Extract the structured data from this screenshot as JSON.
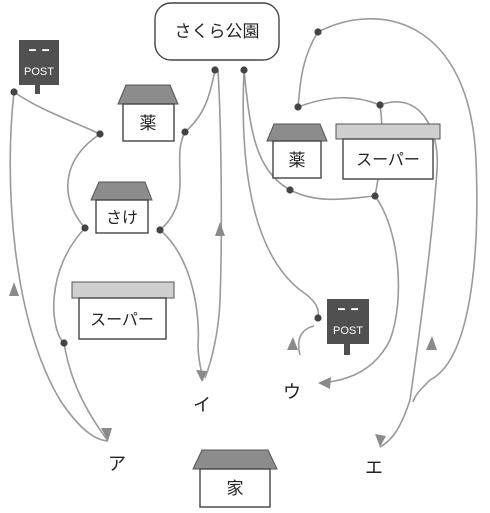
{
  "park": {
    "label": "さくら公園"
  },
  "buildings": {
    "pharmacy_left": "薬",
    "pharmacy_right": "薬",
    "sake_shop": "さけ",
    "supermarket_left": "スーパー",
    "supermarket_right": "スーパー",
    "home": "家"
  },
  "post_boxes": {
    "left": {
      "mark": "━ ━",
      "label": "POST"
    },
    "right": {
      "mark": "━ ━",
      "label": "POST"
    }
  },
  "route_endpoints": [
    "ア",
    "イ",
    "ウ",
    "エ"
  ],
  "colors": {
    "roof": "#8c8c8c",
    "route": "#9a9a9a",
    "post": "#505050"
  }
}
